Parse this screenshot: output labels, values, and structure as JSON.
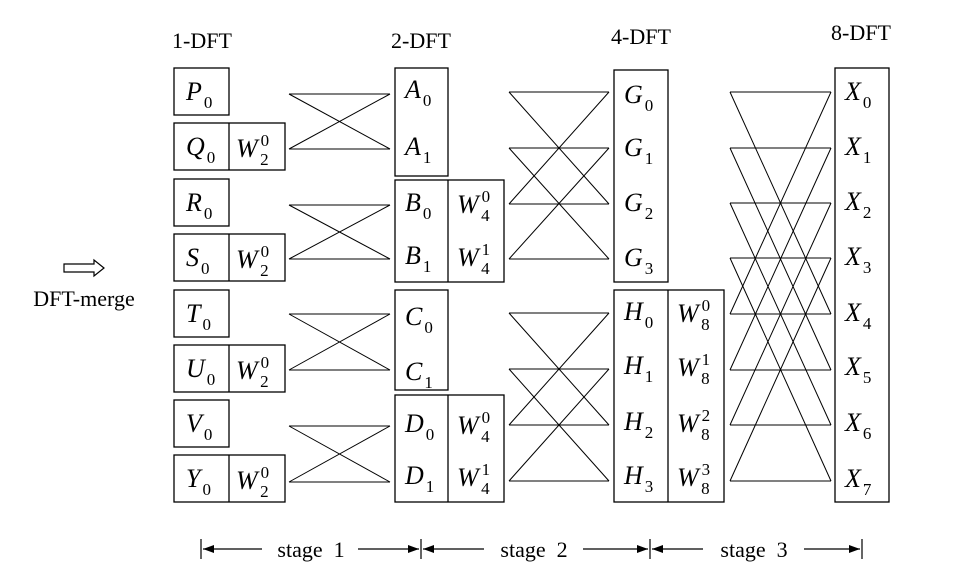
{
  "headers": [
    "1-DFT",
    "2-DFT",
    "4-DFT",
    "8-DFT"
  ],
  "merge_label": "DFT-merge",
  "merge_arrow_icon": "double-arrow-right",
  "stages": [
    "stage  1",
    "stage  2",
    "stage  3"
  ],
  "col1": [
    {
      "v": "P",
      "s": "0"
    },
    {
      "v": "Q",
      "s": "0",
      "w": {
        "v": "W",
        "sub": "2",
        "sup": "0"
      }
    },
    {
      "v": "R",
      "s": "0"
    },
    {
      "v": "S",
      "s": "0",
      "w": {
        "v": "W",
        "sub": "2",
        "sup": "0"
      }
    },
    {
      "v": "T",
      "s": "0"
    },
    {
      "v": "U",
      "s": "0",
      "w": {
        "v": "W",
        "sub": "2",
        "sup": "0"
      }
    },
    {
      "v": "V",
      "s": "0"
    },
    {
      "v": "Y",
      "s": "0",
      "w": {
        "v": "W",
        "sub": "2",
        "sup": "0"
      }
    }
  ],
  "col2": [
    {
      "v": "A",
      "s": "0"
    },
    {
      "v": "A",
      "s": "1"
    },
    {
      "v": "B",
      "s": "0",
      "w": {
        "v": "W",
        "sub": "4",
        "sup": "0"
      }
    },
    {
      "v": "B",
      "s": "1",
      "w": {
        "v": "W",
        "sub": "4",
        "sup": "1"
      }
    },
    {
      "v": "C",
      "s": "0"
    },
    {
      "v": "C",
      "s": "1"
    },
    {
      "v": "D",
      "s": "0",
      "w": {
        "v": "W",
        "sub": "4",
        "sup": "0"
      }
    },
    {
      "v": "D",
      "s": "1",
      "w": {
        "v": "W",
        "sub": "4",
        "sup": "1"
      }
    }
  ],
  "col3": [
    {
      "v": "G",
      "s": "0"
    },
    {
      "v": "G",
      "s": "1"
    },
    {
      "v": "G",
      "s": "2"
    },
    {
      "v": "G",
      "s": "3"
    },
    {
      "v": "H",
      "s": "0",
      "w": {
        "v": "W",
        "sub": "8",
        "sup": "0"
      }
    },
    {
      "v": "H",
      "s": "1",
      "w": {
        "v": "W",
        "sub": "8",
        "sup": "1"
      }
    },
    {
      "v": "H",
      "s": "2",
      "w": {
        "v": "W",
        "sub": "8",
        "sup": "2"
      }
    },
    {
      "v": "H",
      "s": "3",
      "w": {
        "v": "W",
        "sub": "8",
        "sup": "3"
      }
    }
  ],
  "col4": [
    {
      "v": "X",
      "s": "0"
    },
    {
      "v": "X",
      "s": "1"
    },
    {
      "v": "X",
      "s": "2"
    },
    {
      "v": "X",
      "s": "3"
    },
    {
      "v": "X",
      "s": "4"
    },
    {
      "v": "X",
      "s": "5"
    },
    {
      "v": "X",
      "s": "6"
    },
    {
      "v": "X",
      "s": "7"
    }
  ]
}
